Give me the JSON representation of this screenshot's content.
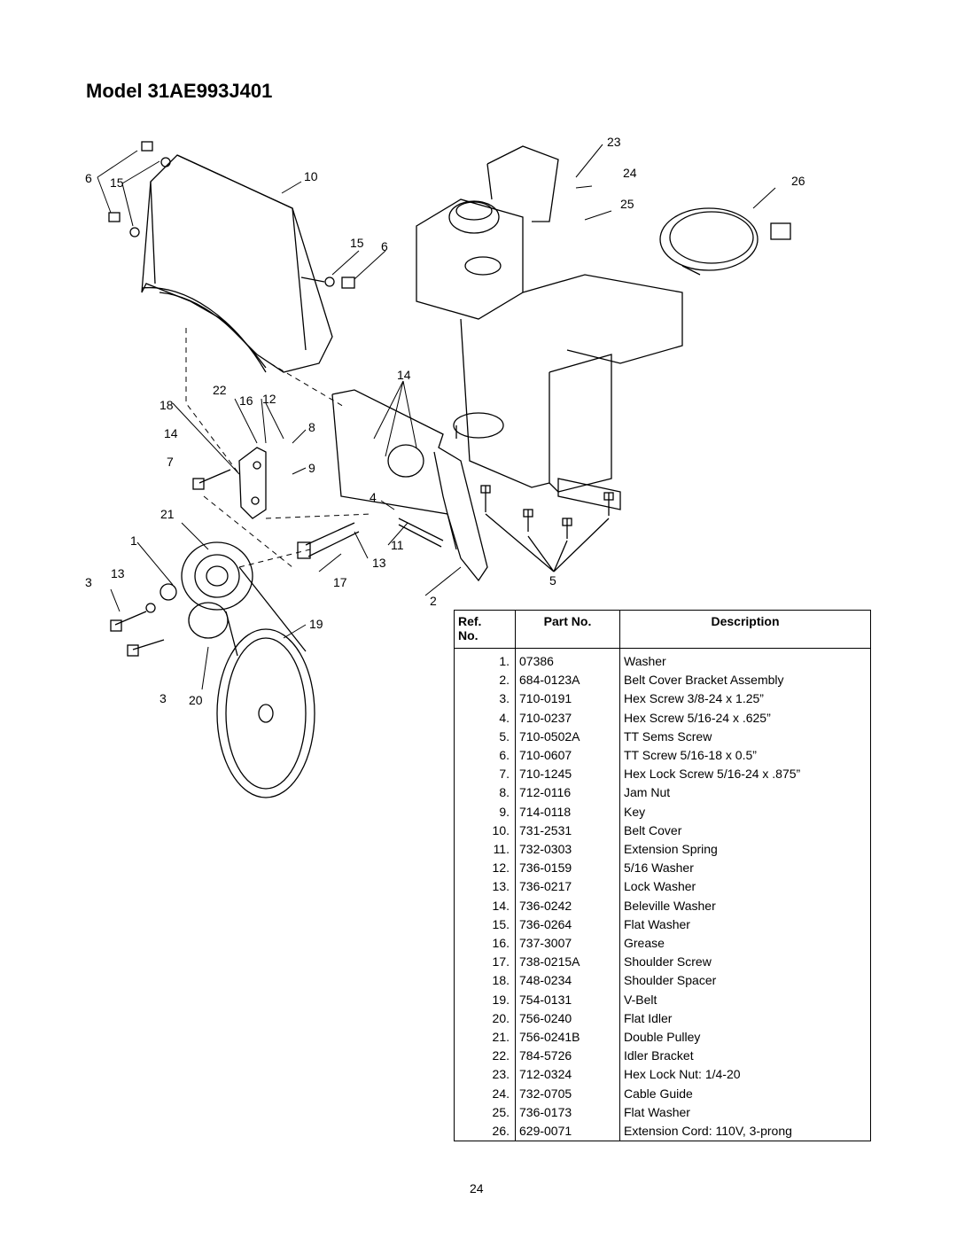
{
  "page": {
    "title": "Model 31AE993J401",
    "page_number": "24"
  },
  "diagram": {
    "callouts": [
      "23",
      "24",
      "26",
      "25",
      "6",
      "15",
      "10",
      "15",
      "6",
      "14",
      "22",
      "16",
      "12",
      "18",
      "14",
      "8",
      "7",
      "9",
      "4",
      "21",
      "1",
      "11",
      "13",
      "13",
      "3",
      "17",
      "5",
      "2",
      "19",
      "3",
      "20"
    ]
  },
  "table": {
    "headers": {
      "ref": "Ref.",
      "ref2": "No.",
      "part": "Part No.",
      "desc": "Description"
    },
    "rows": [
      {
        "ref": "1.",
        "part": "07386",
        "desc": "Washer"
      },
      {
        "ref": "2.",
        "part": "684-0123A",
        "desc": "Belt Cover Bracket Assembly"
      },
      {
        "ref": "3.",
        "part": "710-0191",
        "desc": "Hex Screw 3/8-24 x 1.25”"
      },
      {
        "ref": "4.",
        "part": "710-0237",
        "desc": "Hex Screw 5/16-24 x .625”"
      },
      {
        "ref": "5.",
        "part": "710-0502A",
        "desc": "TT Sems Screw"
      },
      {
        "ref": "6.",
        "part": "710-0607",
        "desc": "TT Screw 5/16-18 x 0.5”"
      },
      {
        "ref": "7.",
        "part": "710-1245",
        "desc": "Hex Lock Screw 5/16-24 x .875”"
      },
      {
        "ref": "8.",
        "part": "712-0116",
        "desc": "Jam Nut"
      },
      {
        "ref": "9.",
        "part": "714-0118",
        "desc": "Key"
      },
      {
        "ref": "10.",
        "part": "731-2531",
        "desc": "Belt Cover"
      },
      {
        "ref": "11.",
        "part": "732-0303",
        "desc": "Extension Spring"
      },
      {
        "ref": "12.",
        "part": "736-0159",
        "desc": "5/16 Washer"
      },
      {
        "ref": "13.",
        "part": "736-0217",
        "desc": "Lock Washer"
      },
      {
        "ref": "14.",
        "part": "736-0242",
        "desc": "Beleville Washer"
      },
      {
        "ref": "15.",
        "part": "736-0264",
        "desc": "Flat Washer"
      },
      {
        "ref": "16.",
        "part": "737-3007",
        "desc": "Grease"
      },
      {
        "ref": "17.",
        "part": "738-0215A",
        "desc": "Shoulder Screw"
      },
      {
        "ref": "18.",
        "part": "748-0234",
        "desc": "Shoulder Spacer"
      },
      {
        "ref": "19.",
        "part": "754-0131",
        "desc": "V-Belt"
      },
      {
        "ref": "20.",
        "part": "756-0240",
        "desc": "Flat Idler"
      },
      {
        "ref": "21.",
        "part": "756-0241B",
        "desc": "Double Pulley"
      },
      {
        "ref": "22.",
        "part": "784-5726",
        "desc": "Idler Bracket"
      },
      {
        "ref": "23.",
        "part": "712-0324",
        "desc": "Hex Lock Nut: 1/4-20"
      },
      {
        "ref": "24.",
        "part": "732-0705",
        "desc": "Cable Guide"
      },
      {
        "ref": "25.",
        "part": "736-0173",
        "desc": "Flat Washer"
      },
      {
        "ref": "26.",
        "part": "629-0071",
        "desc": "Extension Cord: 110V, 3-prong"
      }
    ]
  }
}
